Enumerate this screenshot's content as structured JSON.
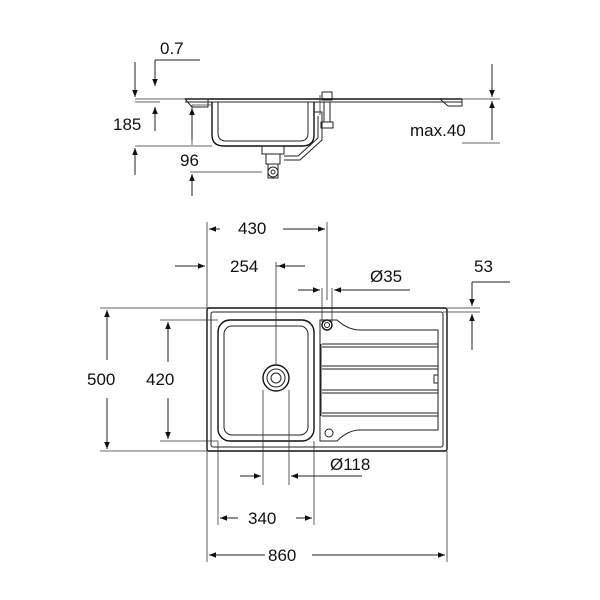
{
  "dimensions": {
    "rim_thickness": "0.7",
    "bowl_depth": "185",
    "max_worktop": "max.40",
    "waste_offset": "96",
    "bowl_width_top": "430",
    "waste_position": "254",
    "tap_hole": "Ø35",
    "tap_offset": "53",
    "overall_depth": "500",
    "bowl_depth_plan": "420",
    "waste_diameter": "Ø118",
    "bowl_width": "340",
    "overall_width": "860"
  }
}
